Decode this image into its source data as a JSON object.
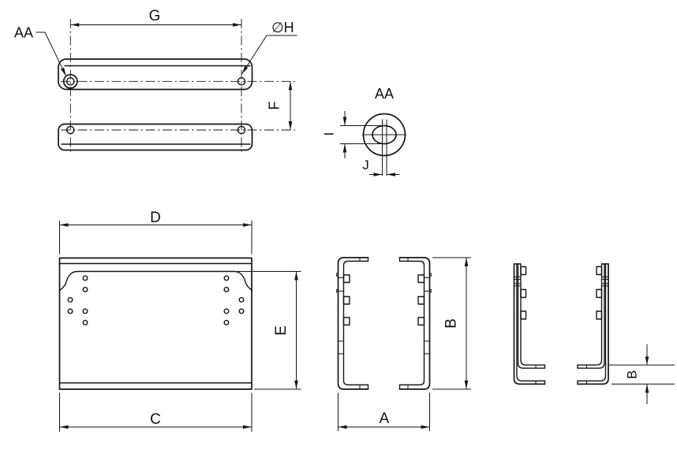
{
  "drawing": {
    "background": "#ffffff",
    "line_color": "#161616",
    "views": {
      "top_view": {
        "labels": {
          "g": "G",
          "aa_callout": "AA",
          "dia_h": "∅H",
          "f": "F"
        }
      },
      "detail_aa": {
        "title": "AA",
        "labels": {
          "i": "I",
          "j": "J"
        }
      },
      "front_view": {
        "labels": {
          "d": "D",
          "c": "C",
          "e": "E"
        }
      },
      "section_view": {
        "labels": {
          "a": "A",
          "b": "B"
        }
      },
      "side_view": {
        "labels": {
          "b": "B"
        }
      }
    }
  }
}
